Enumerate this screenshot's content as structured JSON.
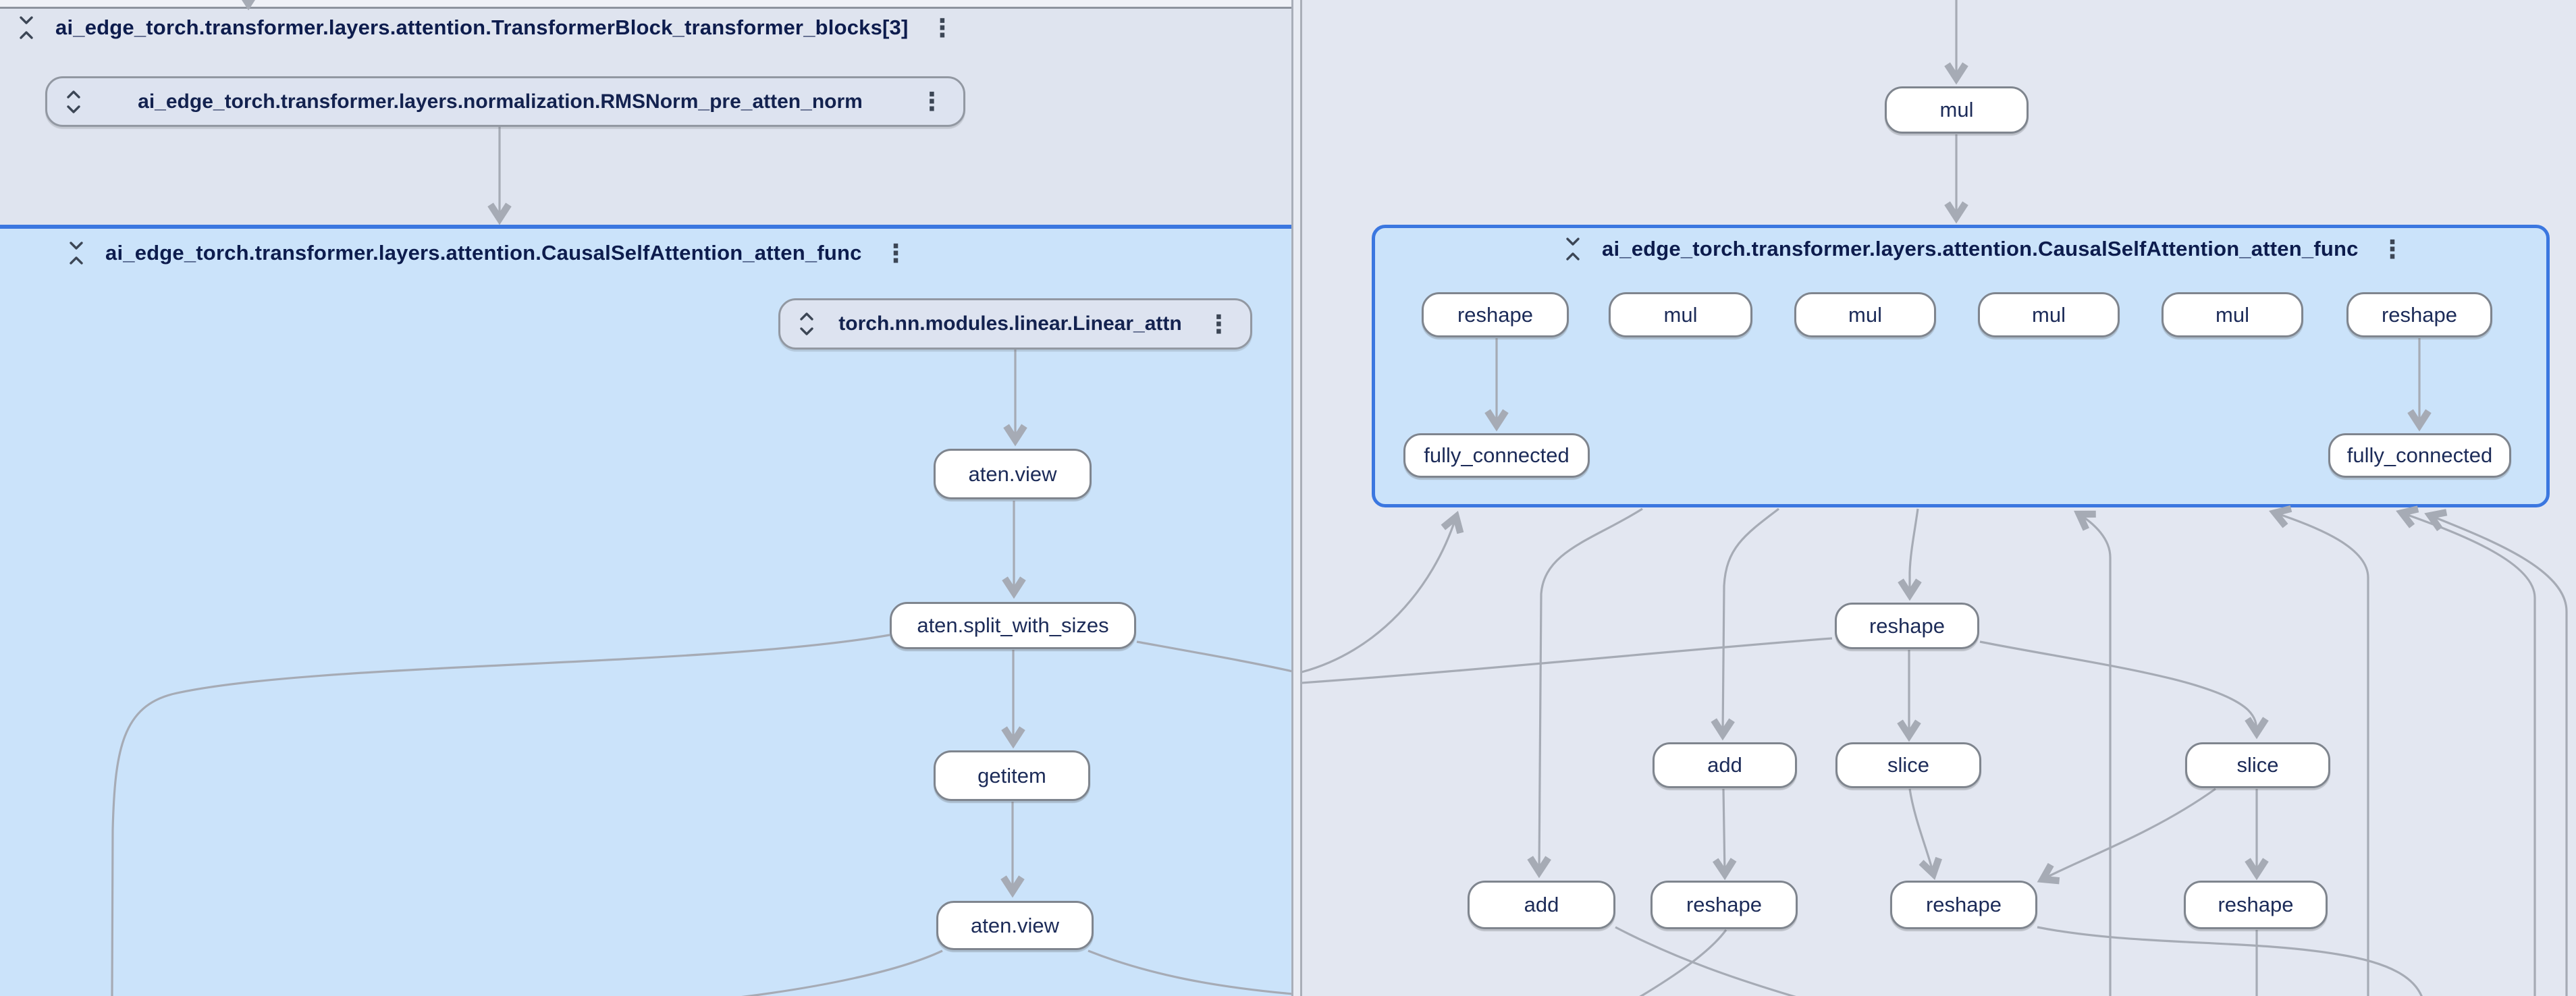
{
  "left_pane": {
    "block_header": {
      "label": "ai_edge_torch.transformer.layers.attention.TransformerBlock_transformer_blocks[3]",
      "collapse_icon": "unfold-less-icon",
      "menu_icon": "kebab-menu-icon"
    },
    "rmsnorm_node": {
      "label": "ai_edge_torch.transformer.layers.normalization.RMSNorm_pre_atten_norm",
      "expand_icon": "unfold-more-icon",
      "menu_icon": "kebab-menu-icon"
    },
    "attention_group_header": {
      "label": "ai_edge_torch.transformer.layers.attention.CausalSelfAttention_atten_func",
      "collapse_icon": "unfold-less-icon",
      "menu_icon": "kebab-menu-icon"
    },
    "linear_node": {
      "label": "torch.nn.modules.linear.Linear_attn",
      "expand_icon": "unfold-more-icon",
      "menu_icon": "kebab-menu-icon"
    },
    "op_nodes": [
      "aten.view",
      "aten.split_with_sizes",
      "getitem",
      "aten.view"
    ]
  },
  "right_pane": {
    "mul_node": "mul",
    "attention_group_header": {
      "label": "ai_edge_torch.transformer.layers.attention.CausalSelfAttention_atten_func",
      "collapse_icon": "unfold-less-icon",
      "menu_icon": "kebab-menu-icon"
    },
    "group_row1": [
      "reshape",
      "mul",
      "mul",
      "mul",
      "mul",
      "reshape"
    ],
    "group_row2": [
      "fully_connected",
      "fully_connected"
    ],
    "mid_node": "reshape",
    "row3": [
      "add",
      "slice",
      "slice"
    ],
    "row4": [
      "add",
      "reshape",
      "reshape",
      "reshape"
    ]
  },
  "colors": {
    "expanded_layer_fill": "#cbe3fa",
    "expanded_layer_border": "#3b77e0",
    "block_layer_fill": "#dfe4ef",
    "right_canvas": "#e3e7f1",
    "node_fill": "#ffffff",
    "node_border": "#7f858e",
    "module_node_fill": "#dde3f0",
    "edge": "#a6abb5",
    "text": "#13224f"
  }
}
